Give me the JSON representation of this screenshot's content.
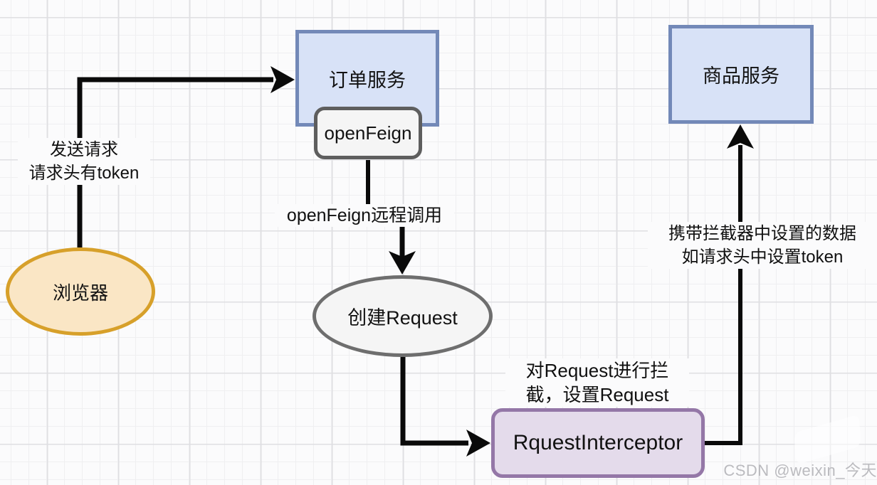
{
  "diagram": {
    "nodes": {
      "order_service": {
        "label": "订单服务"
      },
      "openfeign": {
        "label": "openFeign"
      },
      "product_service": {
        "label": "商品服务"
      },
      "browser": {
        "label": "浏览器"
      },
      "create_request": {
        "label": "创建Request"
      },
      "request_interceptor": {
        "label": "RquestInterceptor"
      }
    },
    "edge_labels": {
      "send_request": "发送请求\n请求头有token",
      "remote_call": "openFeign远程调用",
      "intercept_request": "对Request进行拦\n截，设置Request",
      "carry_data": "携带拦截器中设置的数据\n如请求头中设置token"
    },
    "edges": [
      {
        "from": "browser",
        "to": "order_service",
        "label": "send_request"
      },
      {
        "from": "openfeign",
        "to": "create_request",
        "label": "remote_call"
      },
      {
        "from": "create_request",
        "to": "request_interceptor",
        "label": "intercept_request"
      },
      {
        "from": "request_interceptor",
        "to": "product_service",
        "label": "carry_data"
      }
    ],
    "colors": {
      "service_fill": "#d8e2f7",
      "service_stroke": "#7389b8",
      "neutral_fill": "#f5f5f5",
      "neutral_stroke": "#5e5e5e",
      "browser_fill": "#fae6c5",
      "browser_stroke": "#d7a02a",
      "interceptor_fill": "#e4dbeb",
      "interceptor_stroke": "#9477a7",
      "arrow": "#0a0a0a"
    },
    "watermark": "CSDN @weixin_今天"
  }
}
